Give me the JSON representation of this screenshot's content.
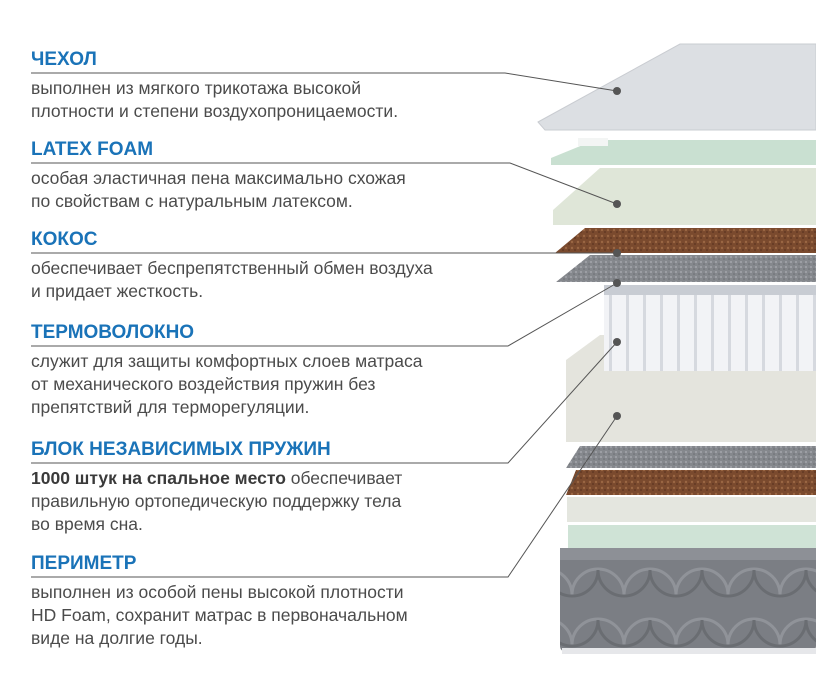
{
  "colors": {
    "heading": "#1a73b8",
    "text": "#4b4b4b",
    "leader": "#555555",
    "coconut": "#7a4a2e",
    "latex": "#cfe3d6",
    "felt": "#8a8d92",
    "perimeter": "#e4e4dd",
    "base": "#7c7f85"
  },
  "sections": [
    {
      "title": "ЧЕХОЛ",
      "lines": [
        "выполнен из мягкого трикотажа высокой",
        "плотности и степени воздухопроницаемости."
      ]
    },
    {
      "title": "LATEX FOAM",
      "lines": [
        "особая эластичная пена максимально схожая",
        "по свойствам с натуральным латексом."
      ]
    },
    {
      "title": "КОКОС",
      "lines": [
        "обеспечивает беспрепятственный обмен воздуха",
        "и придает жесткость."
      ]
    },
    {
      "title": "ТЕРМОВОЛОКНО",
      "lines": [
        "служит для защиты комфортных слоев матраса",
        "от механического воздействия пружин без",
        "препятствий для терморегуляции."
      ]
    },
    {
      "title": "БЛОК НЕЗАВИСИМЫХ ПРУЖИН",
      "bold": "1000 штук на спальное место",
      "lines": [
        " обеспечивает",
        "правильную ортопедическую поддержку тела",
        "во время сна."
      ]
    },
    {
      "title": "ПЕРИМЕТР",
      "lines": [
        "выполнен из особой пены высокой плотности",
        "HD Foam, сохранит матрас в первоначальном",
        "виде на долгие годы."
      ]
    }
  ]
}
